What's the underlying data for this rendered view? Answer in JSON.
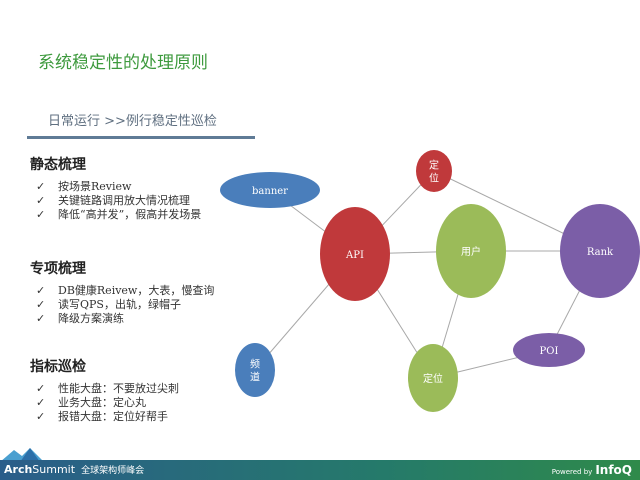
{
  "slide": {
    "title": "系统稳定性的处理原则",
    "subtitle": "日常运行 >>例行稳定性巡检",
    "sections": [
      {
        "heading": "静态梳理",
        "items": [
          "按场景Review",
          "关键链路调用放大情况梳理",
          "降低“高并发”，假高并发场景"
        ]
      },
      {
        "heading": "专项梳理",
        "items": [
          "DB健康Reivew，大表，慢查询",
          "读写QPS，出轨，绿帽子",
          "降级方案演练"
        ]
      },
      {
        "heading": "指标巡检",
        "items": [
          "性能大盘：不要放过尖刺",
          "业务大盘：定心丸",
          "报错大盘：定位好帮手"
        ]
      }
    ],
    "check_icon": "✓"
  },
  "diagram": {
    "colors": {
      "blue": "#4a7ebb",
      "red": "#c0393b",
      "green": "#9bbb59",
      "purple": "#7b5ea7",
      "edge": "#a8a8a8"
    },
    "nodes": [
      {
        "id": "banner",
        "label": "banner",
        "color": "blue"
      },
      {
        "id": "api",
        "label": "API",
        "color": "red"
      },
      {
        "id": "loc_top",
        "label": "定位",
        "color": "red"
      },
      {
        "id": "user",
        "label": "用户",
        "color": "green"
      },
      {
        "id": "rank",
        "label": "Rank",
        "color": "purple"
      },
      {
        "id": "poi",
        "label": "POI",
        "color": "purple"
      },
      {
        "id": "loc_bottom",
        "label": "定位",
        "color": "green"
      },
      {
        "id": "channel",
        "label": "频道",
        "color": "blue"
      }
    ],
    "edges": [
      [
        "banner",
        "api"
      ],
      [
        "api",
        "loc_top"
      ],
      [
        "loc_top",
        "rank"
      ],
      [
        "api",
        "user"
      ],
      [
        "user",
        "rank"
      ],
      [
        "api",
        "channel"
      ],
      [
        "api",
        "loc_bottom"
      ],
      [
        "user",
        "loc_bottom"
      ],
      [
        "loc_bottom",
        "poi"
      ],
      [
        "poi",
        "rank"
      ]
    ]
  },
  "footer": {
    "brand_bold": "Arch",
    "brand_rest": "Summit",
    "brand_cn": "全球架构师峰会",
    "powered_by": "Powered by",
    "powered_brand": "InfoQ"
  }
}
